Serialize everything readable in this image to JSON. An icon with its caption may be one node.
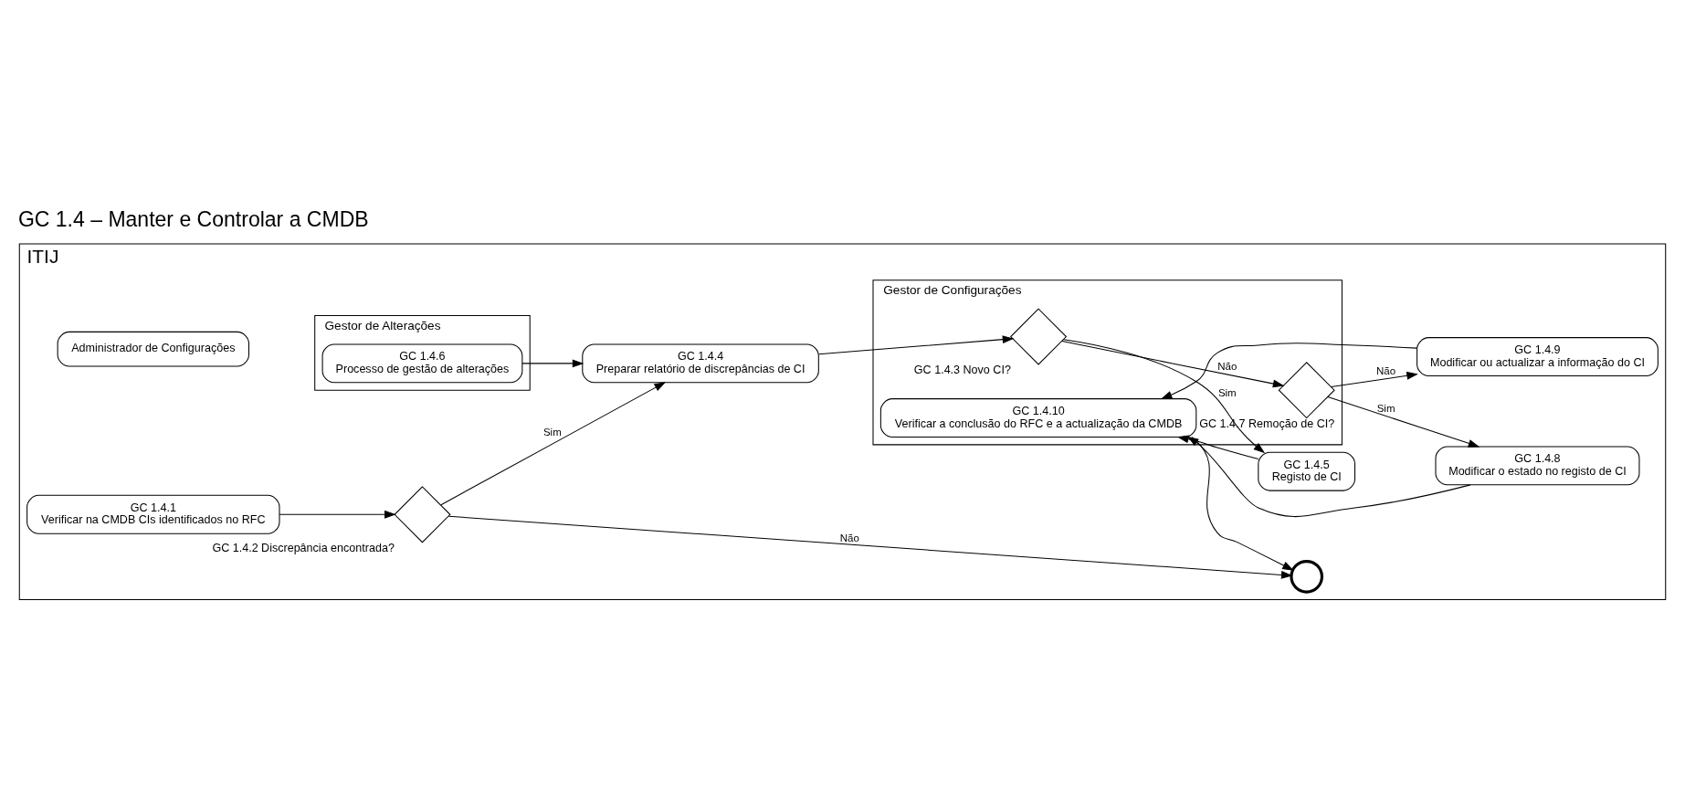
{
  "diagram": {
    "title": "GC 1.4 – Manter e Controlar a CMDB",
    "nodes": [
      {
        "text": [
          "ITIJ"
        ]
      },
      {
        "text": [
          "Gestor de Alterações"
        ],
        "in": 0
      },
      {
        "text": [
          "Gestor de Configurações"
        ],
        "in": 0
      },
      {
        "text": [
          "Administrador de Configurações"
        ],
        "in": 0
      },
      {
        "text": [
          "GC 1.4.6",
          "Processo de gestão de alterações"
        ],
        "in": 1
      },
      {
        "text": [
          "GC 1.4.1",
          "Verificar na CMDB CIs identificados no RFC"
        ],
        "in": 0
      },
      {
        "text": [
          "GC 1.4.2 Discrepância encontrada?"
        ],
        "in": 0
      },
      {
        "text": [
          "GC 1.4.4",
          "Preparar relatório de discrepâncias de CI"
        ],
        "in": 0
      },
      {
        "text": [
          "GC 1.4.3 Novo CI?"
        ],
        "in": 2
      },
      {
        "text": [
          "GC 1.4.5",
          "Registo de CI"
        ],
        "in": 0
      },
      {
        "text": [
          "GC 1.4.7 Remoção de CI?"
        ],
        "in": 2
      },
      {
        "text": [
          "GC 1.4.8",
          "Modificar o estado no registo de CI"
        ],
        "in": 0
      },
      {
        "text": [
          "GC 1.4.9",
          "Modificar ou actualizar a informação do CI"
        ],
        "in": 0
      },
      {
        "text": [
          "GC 1.4.10",
          "Verificar a conclusão do RFC e a actualização da CMDB"
        ],
        "in": 2
      },
      {
        "text": [],
        "shape": "circle",
        "in": 0
      }
    ],
    "edges": [
      {
        "from": 5,
        "to": 6,
        "arrow": "to"
      },
      {
        "from": 6,
        "to": 7,
        "arrow": "to",
        "label": "Sim"
      },
      {
        "from": 6,
        "to": 14,
        "arrow": "to",
        "label": "Não"
      },
      {
        "from": 4,
        "to": 7,
        "arrow": "to"
      },
      {
        "from": 7,
        "to": 8,
        "arrow": "to"
      },
      {
        "from": 8,
        "to": 9,
        "arrow": "to",
        "label": "Sim"
      },
      {
        "from": 8,
        "to": 10,
        "arrow": "to",
        "label": "Não"
      },
      {
        "from": 9,
        "to": 13,
        "arrow": "to"
      },
      {
        "from": 10,
        "to": 11,
        "arrow": "to",
        "label": "Sim"
      },
      {
        "from": 10,
        "to": 12,
        "arrow": "to",
        "label": "Não"
      },
      {
        "from": 11,
        "to": 13,
        "arrow": "to"
      },
      {
        "from": 12,
        "to": 13,
        "arrow": "to"
      },
      {
        "from": 13,
        "to": 14,
        "arrow": "to"
      }
    ]
  }
}
